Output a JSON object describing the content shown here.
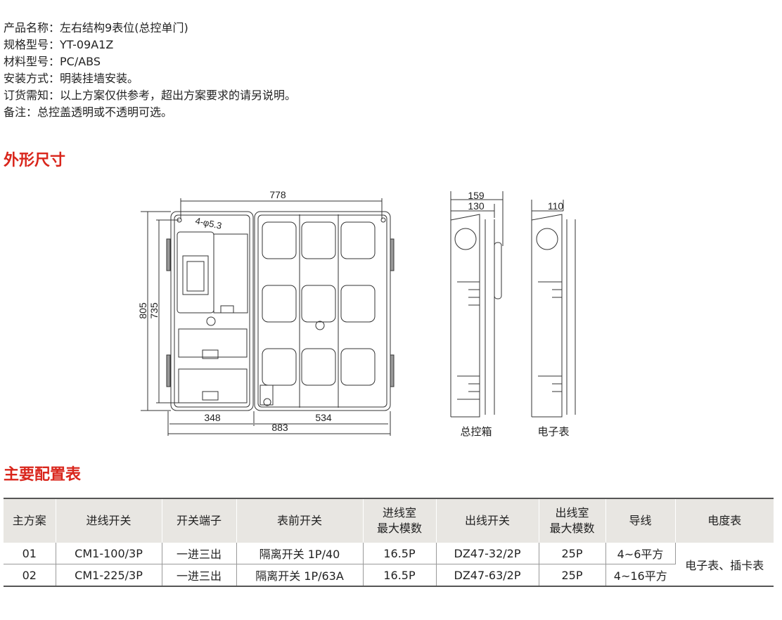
{
  "specs": [
    {
      "label": "产品名称：",
      "value": "左右结构9表位(总控单门)"
    },
    {
      "label": "规格型号：",
      "value": "YT-09A1Z"
    },
    {
      "label": "材料型号：",
      "value": "PC/ABS"
    },
    {
      "label": "安装方式：",
      "value": "明装挂墙安装。"
    },
    {
      "label": "订货需知：",
      "value": "以上方案仅供参考，超出方案要求的请另说明。"
    },
    {
      "label": "备注：",
      "value": "总控盖透明或不透明可选。"
    }
  ],
  "section_dimensions": "外形尺寸",
  "drawing": {
    "front": {
      "width_top": "778",
      "height_outer": "805",
      "height_inner": "735",
      "hole": "4-φ5.3",
      "left_width": "348",
      "right_width": "534",
      "total_width": "883"
    },
    "side_main": {
      "caption": "总控箱",
      "depth_outer": "159",
      "depth_inner": "130"
    },
    "side_meter": {
      "caption": "电子表",
      "depth": "110"
    }
  },
  "section_config": "主要配置表",
  "table": {
    "headers": [
      "主方案",
      "进线开关",
      "开关端子",
      "表前开关",
      "进线室\n最大模数",
      "出线开关",
      "出线室\n最大模数",
      "导线",
      "电度表"
    ],
    "rows": [
      [
        "01",
        "CM1-100/3P",
        "一进三出",
        "隔离开关 1P/40",
        "16.5P",
        "DZ47-32/2P",
        "25P",
        "4~6平方"
      ],
      [
        "02",
        "CM1-225/3P",
        "一进三出",
        "隔离开关 1P/63A",
        "16.5P",
        "DZ47-63/2P",
        "25P",
        "4~16平方"
      ]
    ],
    "meter_merged": "电子表、插卡表"
  },
  "colors": {
    "accent": "#d9261c",
    "header_bg": "#e8e6e2"
  }
}
